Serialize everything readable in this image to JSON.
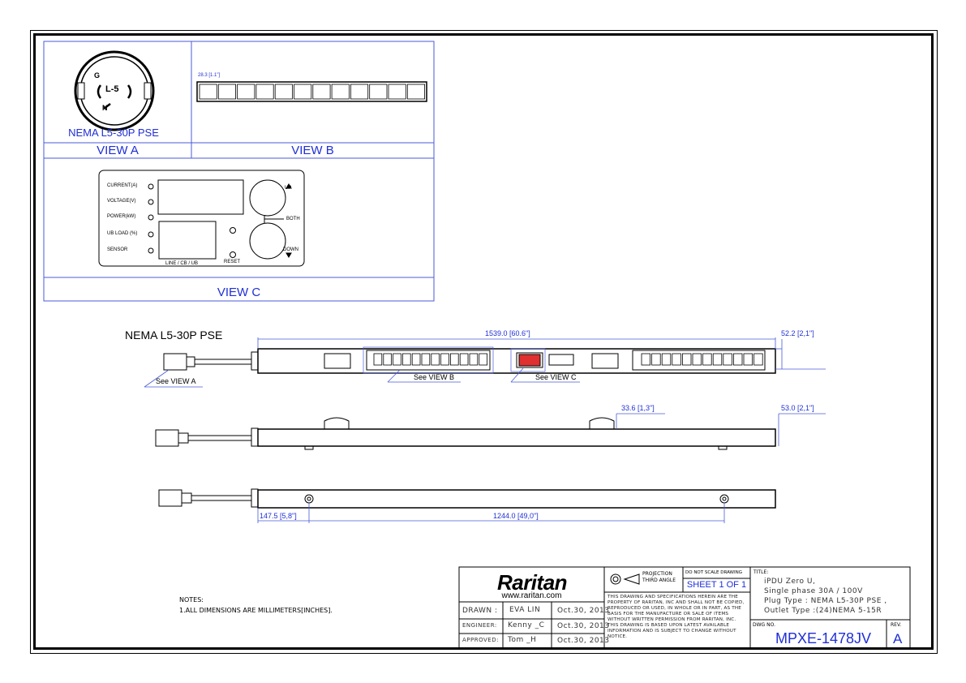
{
  "views": {
    "view_a_caption": "NEMA L5-30P PSE",
    "view_a_label": "VIEW A",
    "view_b_label": "VIEW B",
    "view_c_label": "VIEW C",
    "view_b_dim": "28.3 [1.1\"]",
    "plug_letters": {
      "g": "G",
      "l5": "L-5",
      "n": "N"
    }
  },
  "panel": {
    "rows": [
      "CURRENT(A)",
      "VOLTAGE(V)",
      "POWER(kW)",
      "UB LOAD (%)",
      "SENSOR"
    ],
    "line_cb_ub": "LINE / CB / UB",
    "reset": "RESET",
    "up": "UP",
    "both": "BOTH",
    "down": "DOWN"
  },
  "main": {
    "plug_title": "NEMA L5-30P PSE",
    "dim_length": "1539.0 [60.6\"]",
    "dim_end": "52.2 [2,1\"]",
    "dim_depth": "33.6 [1,3\"]",
    "dim_height": "53.0 [2,1\"]",
    "dim_left": "147.5 [5,8\"]",
    "dim_mount": "1244.0 [49,0\"]",
    "see_view_a": "See VIEW A",
    "see_view_b": "See VIEW B",
    "see_view_c": "See VIEW C"
  },
  "notes": {
    "heading": "NOTES:",
    "line1": "1.ALL DIMENSIONS ARE MILLIMETERS[INCHES]."
  },
  "title_block": {
    "logo": "Raritan",
    "website": "www.raritan.com",
    "drawn_label": "DRAWN :",
    "drawn_name": "EVA LIN",
    "drawn_date": "Oct.30, 2013",
    "engineer_label": "ENGINEER:",
    "engineer_name": "Kenny _C",
    "engineer_date": "Oct.30, 2013",
    "approved_label": "APPROVED:",
    "approved_name": "Tom _H",
    "approved_date": "Oct.30, 2013",
    "projection_line1": "PROJECTION",
    "projection_line2": "THIRD ANGLE",
    "do_not_scale": "DO NOT SCALE DRAWING",
    "sheet": "SHEET 1 OF 1",
    "disclaimer": "THIS DRAWING AND SPECIFICATIONS HEREIN ARE THE PROPERTY OF RARITAN, INC AND SHALL NOT BE COPIED, REPRODUCED OR USED, IN WHOLE OR IN PART, AS THE BASIS FOR THE MANUFACTURE OR SALE OF ITEMS WITHOUT WRITTEN PERMISSION FROM RARITAN, INC. THIS DRAWING IS BASED UPON LATEST AVAILABLE INFORMATION AND IS SUBJECT TO CHANGE WITHOUT NOTICE.",
    "title_label": "TITLE:",
    "title_l1": "iPDU Zero U,",
    "title_l2": "Single phase 30A / 100V",
    "title_l3": "Plug Type : NEMA L5-30P PSE ,",
    "title_l4": "Outlet Type :(24)NEMA 5-15R",
    "dwg_label": "DWG NO.",
    "dwg_no": "MPXE-1478JV",
    "rev_label": "REV.",
    "rev": "A"
  }
}
